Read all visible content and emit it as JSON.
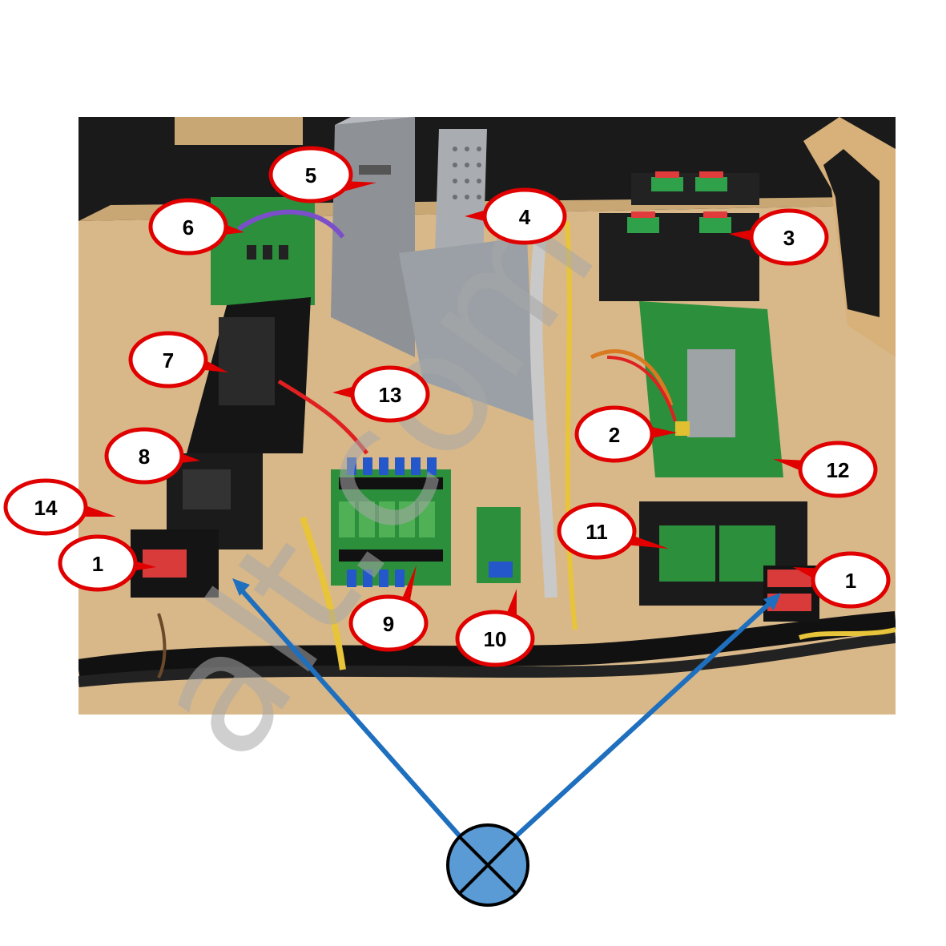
{
  "photo": {
    "description_icon": "electronics-panel-photo"
  },
  "watermark": {
    "text": "alt.com"
  },
  "callouts": [
    {
      "id": "c5",
      "label": "5"
    },
    {
      "id": "c4",
      "label": "4"
    },
    {
      "id": "c6",
      "label": "6"
    },
    {
      "id": "c3",
      "label": "3"
    },
    {
      "id": "c7",
      "label": "7"
    },
    {
      "id": "c13",
      "label": "13"
    },
    {
      "id": "c2",
      "label": "2"
    },
    {
      "id": "c8",
      "label": "8"
    },
    {
      "id": "c12",
      "label": "12"
    },
    {
      "id": "c14",
      "label": "14"
    },
    {
      "id": "c11",
      "label": "11"
    },
    {
      "id": "c1a",
      "label": "1"
    },
    {
      "id": "c1b",
      "label": "1"
    },
    {
      "id": "c9",
      "label": "9"
    },
    {
      "id": "c10",
      "label": "10"
    }
  ],
  "colors": {
    "callout_border": "#e00000",
    "callout_fill": "#ffffff",
    "arrow": "#1f6fbf",
    "lamp_fill": "#5b9bd5",
    "wood": "#d8b889"
  },
  "icons": [
    "lamp-symbol-icon",
    "arrow-icon"
  ]
}
